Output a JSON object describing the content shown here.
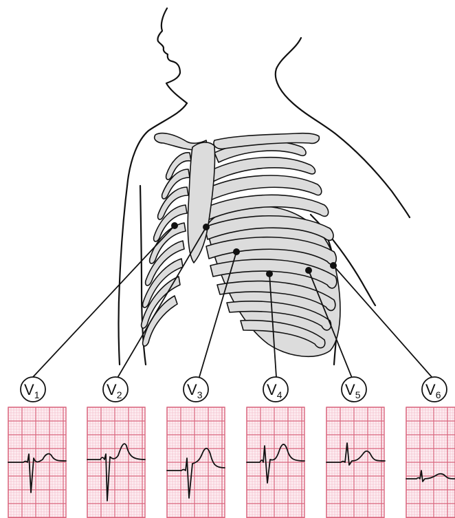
{
  "diagram": {
    "leads": [
      {
        "id": "v1",
        "letter": "V",
        "sub": "1"
      },
      {
        "id": "v2",
        "letter": "V",
        "sub": "2"
      },
      {
        "id": "v3",
        "letter": "V",
        "sub": "3"
      },
      {
        "id": "v4",
        "letter": "V",
        "sub": "4"
      },
      {
        "id": "v5",
        "letter": "V",
        "sub": "5"
      },
      {
        "id": "v6",
        "letter": "V",
        "sub": "6"
      }
    ],
    "colors": {
      "grid_major": "#d9637c",
      "grid_minor": "#f2b8c6",
      "grid_background": "#fdeef2",
      "bone_fill": "#dcdcdc",
      "outline": "#111111"
    }
  }
}
